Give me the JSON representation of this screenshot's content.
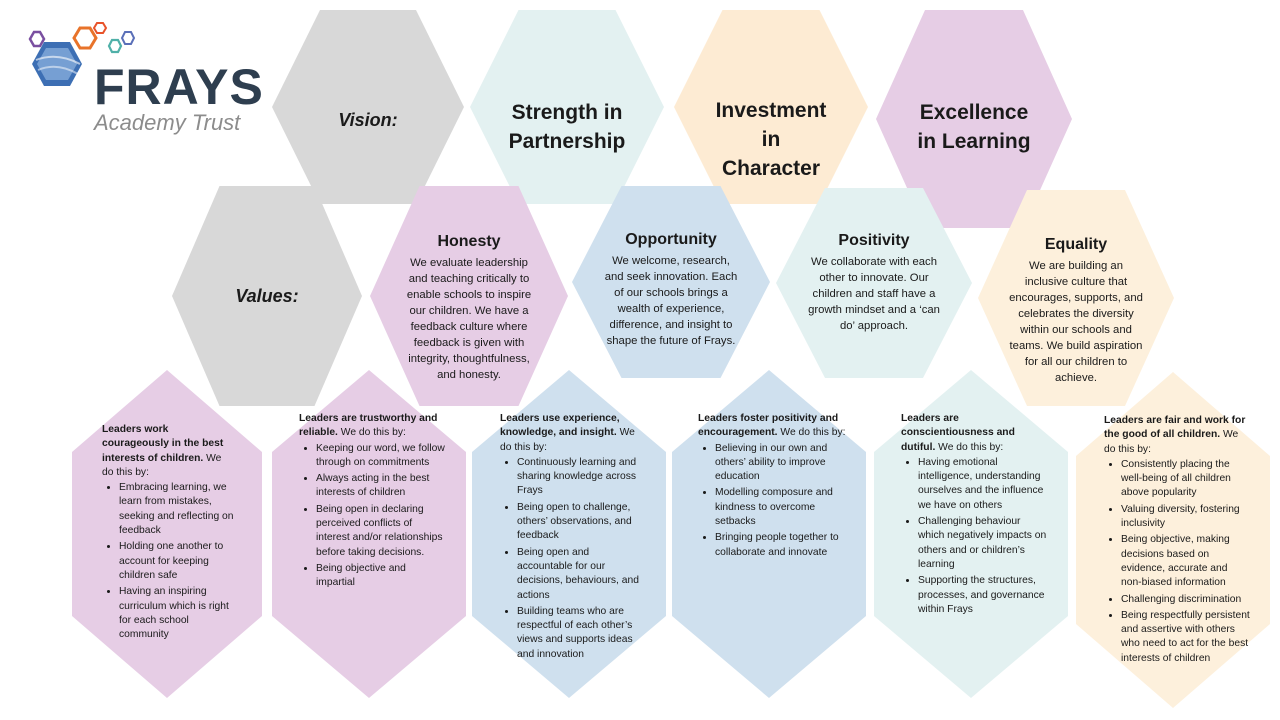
{
  "logo": {
    "name": "FRAYS",
    "subtitle": "Academy Trust"
  },
  "vision": {
    "label": "Vision:",
    "items": [
      "Strength in Partnership",
      "Investment in Character",
      "Excellence in Learning"
    ]
  },
  "values": {
    "label": "Values:",
    "items": [
      {
        "title": "Honesty",
        "text": "We evaluate leadership and teaching critically to enable schools to inspire our children. We have a feedback culture where feedback is given with integrity, thoughtfulness, and honesty."
      },
      {
        "title": "Opportunity",
        "text": "We welcome, research, and seek innovation. Each of our schools brings a wealth of experience, difference, and insight to shape the future of Frays."
      },
      {
        "title": "Positivity",
        "text": "We collaborate with each other to innovate. Our children and staff have a growth mindset and a ‘can do’ approach."
      },
      {
        "title": "Equality",
        "text": "We are building an inclusive culture that encourages, supports, and celebrates the diversity within our schools and teams. We build aspiration for all our children to achieve."
      }
    ]
  },
  "leaders": [
    {
      "bold": "Leaders work courageously in the best interests of children.",
      "rest": " We do this by:",
      "bullets": [
        "Embracing learning, we learn from mistakes, seeking and reflecting on feedback",
        "Holding one another to account for keeping children safe",
        "Having an inspiring curriculum which is right for each school community"
      ]
    },
    {
      "bold": "Leaders are trustworthy and reliable.",
      "rest": " We do this by:",
      "bullets": [
        "Keeping our word, we follow through on commitments",
        "Always acting in the best interests of children",
        "Being open in declaring perceived conflicts of interest and/or relationships before taking decisions.",
        "Being objective and impartial"
      ]
    },
    {
      "bold": "Leaders use experience, knowledge, and insight.",
      "rest": " We do this by:",
      "bullets": [
        "Continuously learning and sharing knowledge across Frays",
        "Being open to challenge, others’ observations, and feedback",
        "Being open and accountable for our decisions, behaviours, and actions",
        "Building teams who are respectful of each other’s views and supports ideas and innovation"
      ]
    },
    {
      "bold": "Leaders foster positivity and encouragement.",
      "rest": " We do this by:",
      "bullets": [
        "Believing in our own and others’ ability to improve education",
        "Modelling composure and kindness to overcome setbacks",
        "Bringing people together to collaborate and innovate"
      ]
    },
    {
      "bold": "Leaders are conscientiousness and dutiful.",
      "rest": " We do this by:",
      "bullets": [
        "Having emotional intelligence, understanding ourselves and the influence we have on others",
        "Challenging behaviour which negatively impacts on others and or children’s learning",
        "Supporting the structures, processes, and governance within Frays"
      ]
    },
    {
      "bold": "Leaders are fair and work for the good of all children.",
      "rest": " We do this by:",
      "bullets": [
        "Consistently placing the well-being of all children above popularity",
        "Valuing diversity, fostering inclusivity",
        "Being objective, making decisions based on evidence, accurate and non-biased information",
        "Challenging discrimination",
        "Being respectfully persistent and assertive with others who need to act for the best interests of children"
      ]
    }
  ],
  "colors": {
    "grey": "#d8d8d8",
    "teal": "#e3f1f1",
    "peach": "#fdebd3",
    "lilac": "#e6cde5",
    "blue": "#cfe0ee",
    "cream": "#fdf0dc"
  }
}
